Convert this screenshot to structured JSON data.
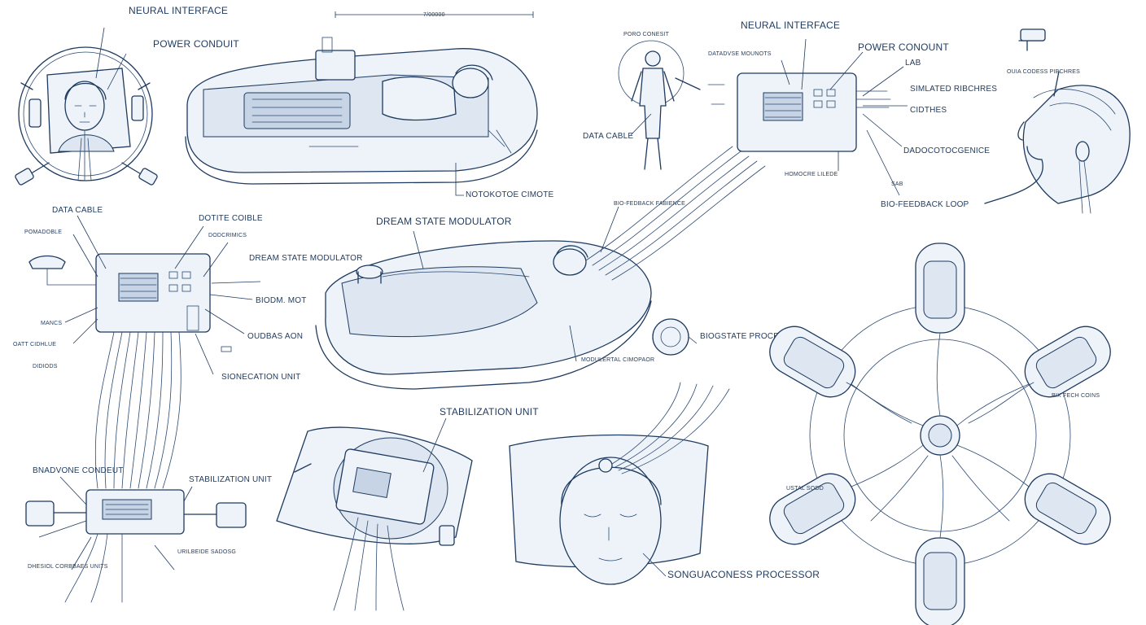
{
  "labels": {
    "neural_interface_1": "NEURAL INTERFACE",
    "power_conduit_1": "POWER CONDUIT",
    "top_dim": "7/00000",
    "notokotoe_cimote": "NOTOKOTOE CIMOTE",
    "poro_conesit": "PORO CONESIT",
    "data_cable_1": "DATA CABLE",
    "datadvse_mounots": "DATADVSE MOUNOTS",
    "neural_interface_2": "NEURAL INTERFACE",
    "power_conount": "POWER CONOUNT",
    "lab": "LAB",
    "simulated_ribechres": "SIMLATED RIBCHRES",
    "cidthes": "CIDTHES",
    "dadocotocgenice": "DADOCOTOCGENICE",
    "homocre_lilede": "HOMOCRE LILEDE",
    "sab": "SAB",
    "bio_feedback_loop": "BIO-FEEDBACK LOOP",
    "ouia_codess_pibchres": "OUIA CODESS PIBCHRES",
    "data_cable_2": "DATA CABLE",
    "pomadoble": "POMADOBLE",
    "dotite_coible": "DOTITE COIBLE",
    "dodcrimics": "DODCRIMICS",
    "dream_state_modulator_1": "DREAM STATE MODULATOR",
    "biodm_mot": "BIODM. MOT",
    "mancs": "MANCS",
    "oatt_cidhlue": "OATT CIDHLUE",
    "oudbas_aon": "OUDBAS AON",
    "didiods": "DIDIODS",
    "sionecation_unit": "SIONECATION UNIT",
    "dream_state_modulator_2": "DREAM STATE MODULATOR",
    "bio_feedback_fabience": "BIO-FEDBACK FABIENCE",
    "biogstate_proceser": "BIOGSTATE PROCESER",
    "modulertal_cimopaor": "MODULERTAL CIMOPAOR",
    "bnadvone_condeut": "BNADVONE CONDEUT",
    "stabilization_unit_1": "STABILIZATION UNIT",
    "uribeide_sadosg": "URILBEIDE SADOSG",
    "dhesiol_corbbaes_units": "DHESIOL CORBBAES UNITS",
    "stabilization_unit_2": "STABILIZATION UNIT",
    "songuaconess_processor": "SONGUACONESS PROCESSOR",
    "bix_fech_coins": "BIX FECH COINS",
    "ustal_sodd": "USTAL SODD"
  }
}
